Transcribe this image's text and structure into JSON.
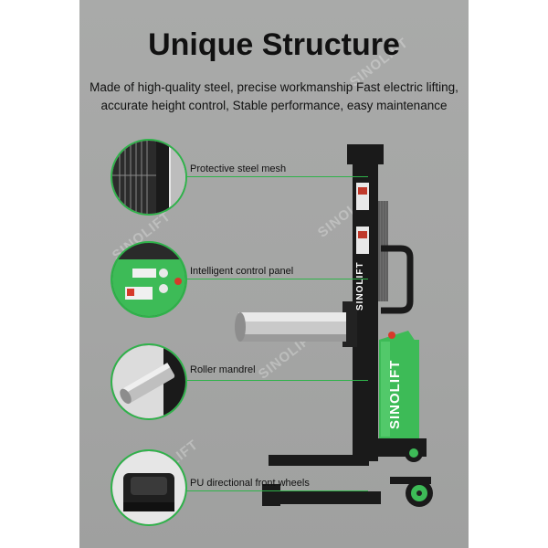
{
  "title": "Unique Structure",
  "subtitle_line1": "Made of high-quality steel, precise workmanship Fast electric lifting,",
  "subtitle_line2": "accurate height control, Stable performance, easy maintenance",
  "brand_vertical": "SINOLIFT",
  "watermark": "SINOLIFT",
  "features": [
    {
      "label": "Protective steel mesh",
      "icon": "steel-mesh-icon"
    },
    {
      "label": "Intelligent control panel",
      "icon": "control-panel-icon"
    },
    {
      "label": "Roller mandrel",
      "icon": "roller-mandrel-icon"
    },
    {
      "label": "PU directional front wheels",
      "icon": "front-wheel-icon"
    }
  ],
  "colors": {
    "accent_green": "#2fb34a",
    "background": "#a6a7a6",
    "frame_black": "#1a1a1a",
    "body_green": "#3dbb57"
  }
}
